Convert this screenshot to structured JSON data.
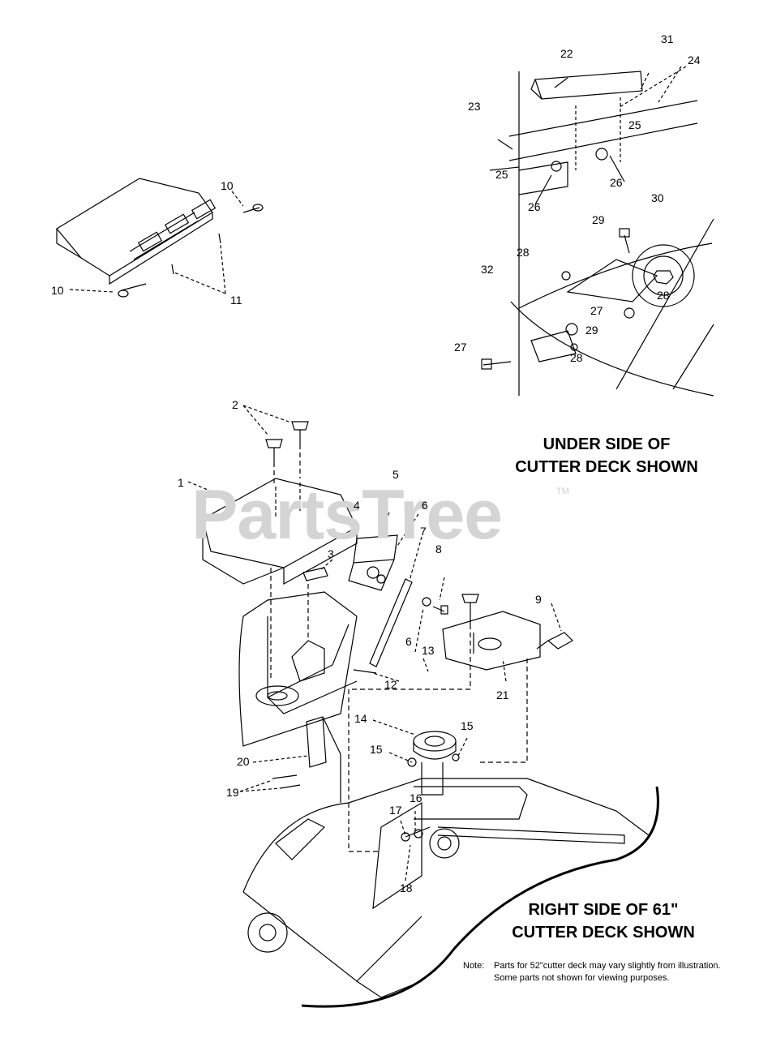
{
  "watermark": {
    "text": "PartsTree",
    "tm": "TM"
  },
  "headings": {
    "underside_line1": "UNDER SIDE OF",
    "underside_line2": "CUTTER DECK SHOWN",
    "rightside_line1": "RIGHT SIDE OF 61\"",
    "rightside_line2": "CUTTER DECK SHOWN"
  },
  "note": {
    "label": "Note:",
    "line1": "Parts for 52\"cutter deck may vary slightly from illustration.",
    "line2": "Some parts not shown for viewing purposes."
  },
  "callouts": [
    "1",
    "2",
    "3",
    "4",
    "5",
    "6",
    "6",
    "7",
    "8",
    "9",
    "10",
    "10",
    "11",
    "12",
    "13",
    "14",
    "15",
    "15",
    "16",
    "17",
    "18",
    "19",
    "20",
    "21",
    "22",
    "23",
    "24",
    "25",
    "25",
    "26",
    "26",
    "27",
    "27",
    "28",
    "28",
    "28",
    "29",
    "29",
    "30",
    "31",
    "32"
  ],
  "colors": {
    "line": "#000000",
    "watermark": "#d4d4d4",
    "background": "#ffffff"
  }
}
